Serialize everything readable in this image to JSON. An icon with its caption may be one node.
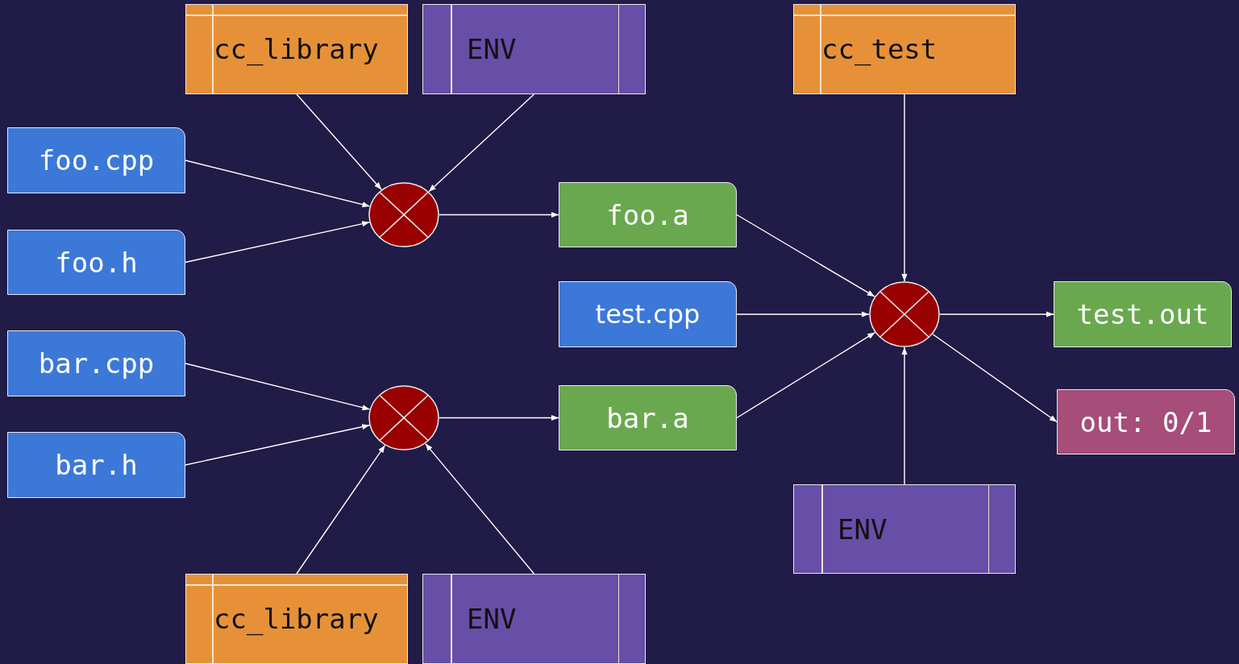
{
  "diagram": {
    "nodes": [
      {
        "text": [
          "cc_library"
        ]
      },
      {
        "text": [
          "ENV"
        ]
      },
      {
        "text": [
          "cc_test"
        ]
      },
      {
        "text": [
          "foo.cpp"
        ]
      },
      {
        "text": [],
        "shape": "circle"
      },
      {
        "text": [
          "foo.a"
        ]
      },
      {
        "text": [
          "foo.h"
        ]
      },
      {
        "text": [
          "test.cpp"
        ]
      },
      {
        "text": [],
        "shape": "circle"
      },
      {
        "text": [
          "test.out"
        ]
      },
      {
        "text": [
          "bar.cpp"
        ]
      },
      {
        "text": [],
        "shape": "circle"
      },
      {
        "text": [
          "bar.a"
        ]
      },
      {
        "text": [
          "out: 0/1"
        ]
      },
      {
        "text": [
          "bar.h"
        ]
      },
      {
        "text": [
          "ENV"
        ]
      },
      {
        "text": [
          "cc_library"
        ]
      },
      {
        "text": [
          "ENV"
        ]
      }
    ],
    "edges": [
      {
        "from": 0,
        "to": 4,
        "arrow": "to"
      },
      {
        "from": 1,
        "to": 4,
        "arrow": "to"
      },
      {
        "from": 3,
        "to": 4,
        "arrow": "to"
      },
      {
        "from": 6,
        "to": 4,
        "arrow": "to"
      },
      {
        "from": 4,
        "to": 5,
        "arrow": "to"
      },
      {
        "from": 2,
        "to": 8,
        "arrow": "to"
      },
      {
        "from": 5,
        "to": 8,
        "arrow": "to"
      },
      {
        "from": 7,
        "to": 8,
        "arrow": "to"
      },
      {
        "from": 12,
        "to": 8,
        "arrow": "to"
      },
      {
        "from": 15,
        "to": 8,
        "arrow": "to"
      },
      {
        "from": 8,
        "to": 9,
        "arrow": "to"
      },
      {
        "from": 8,
        "to": 13,
        "arrow": "to"
      },
      {
        "from": 10,
        "to": 11,
        "arrow": "to"
      },
      {
        "from": 14,
        "to": 11,
        "arrow": "to"
      },
      {
        "from": 16,
        "to": 11,
        "arrow": "to"
      },
      {
        "from": 17,
        "to": 11,
        "arrow": "to"
      },
      {
        "from": 11,
        "to": 12,
        "arrow": "to"
      }
    ]
  }
}
